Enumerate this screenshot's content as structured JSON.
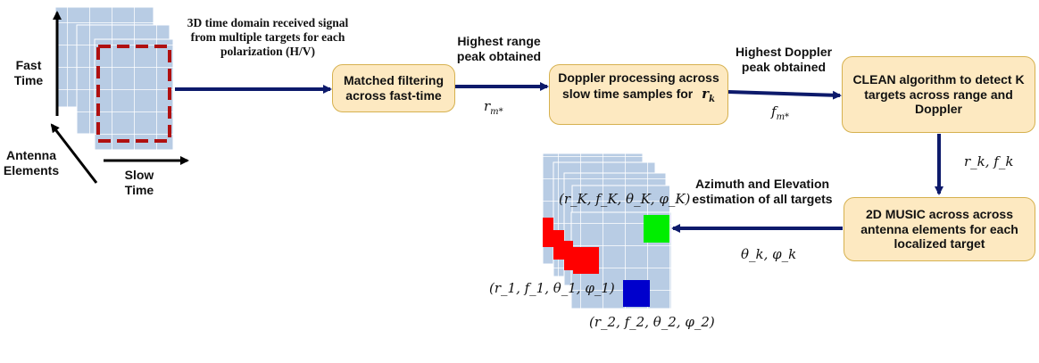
{
  "input": {
    "description": "3D time domain received signal from multiple targets for each polarization (H/V)",
    "axis_fast": "Fast Time",
    "axis_antenna": "Antenna Elements",
    "axis_slow": "Slow Time"
  },
  "steps": {
    "matched_filter": "Matched filtering across fast-time",
    "doppler": "Doppler processing across slow time samples for",
    "clean": "CLEAN algorithm to detect K targets across range and Doppler",
    "music": "2D MUSIC across across antenna elements for each localized target"
  },
  "edges": {
    "range_peak": "Highest range peak obtained",
    "doppler_peak": "Highest Doppler peak obtained",
    "az_el": "Azimuth and Elevation estimation of all targets"
  },
  "symbols": {
    "r_m_star": "r",
    "r_m_star_sub": "m*",
    "r_k": "r",
    "r_k_sub": "k",
    "f_m_star": "f",
    "f_m_star_sub": "m*",
    "rk_fk": "r_k, f_k",
    "theta_phi": "θ_k, φ_k",
    "target_K": "(r_K, f_K, θ_K, φ_K)",
    "target_1": "(r_1, f_1, θ_1, φ_1)",
    "target_2": "(r_2, f_2, θ_2, φ_2)"
  },
  "colors": {
    "arrow": "#0d1a6b",
    "box_fill": "#fde9c1",
    "box_border": "#d6b14f",
    "grid_fill": "#b8cce4",
    "dashed": "#b01010",
    "target_red": "#ff0000",
    "target_green": "#00ff00",
    "target_blue": "#0000cc"
  }
}
